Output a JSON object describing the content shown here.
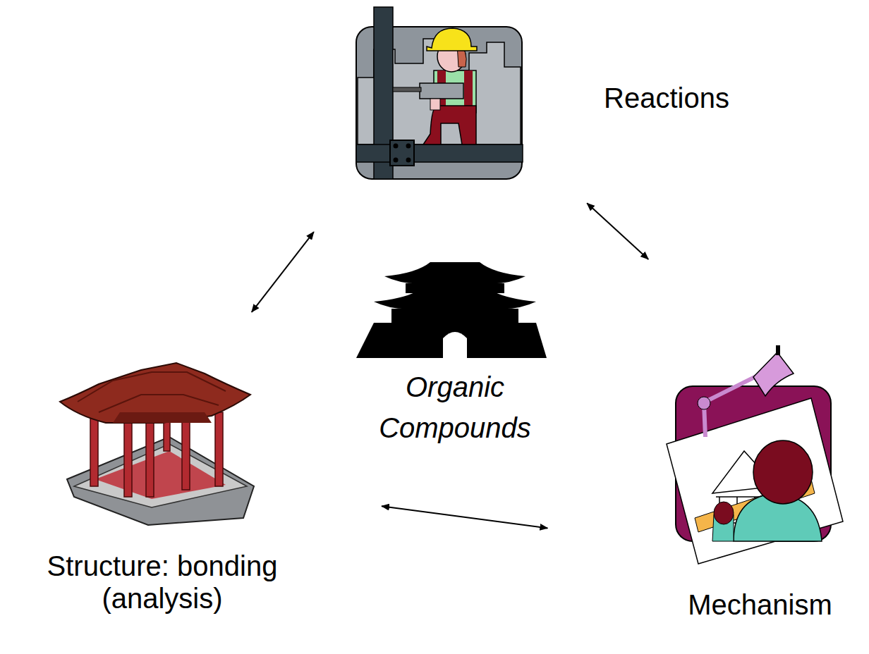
{
  "diagram": {
    "nodes": [
      {
        "text": [
          "Reactions"
        ]
      },
      {
        "text": [
          "Structure: bonding (analysis)"
        ]
      },
      {
        "text": [
          "Mechanism"
        ]
      }
    ],
    "edges": [
      {
        "from": 0,
        "to": 1,
        "arrow": "both"
      },
      {
        "from": 0,
        "to": 2,
        "arrow": "both"
      },
      {
        "from": 1,
        "to": 2,
        "arrow": "both"
      }
    ],
    "labels": [
      "Organic Compounds"
    ]
  }
}
